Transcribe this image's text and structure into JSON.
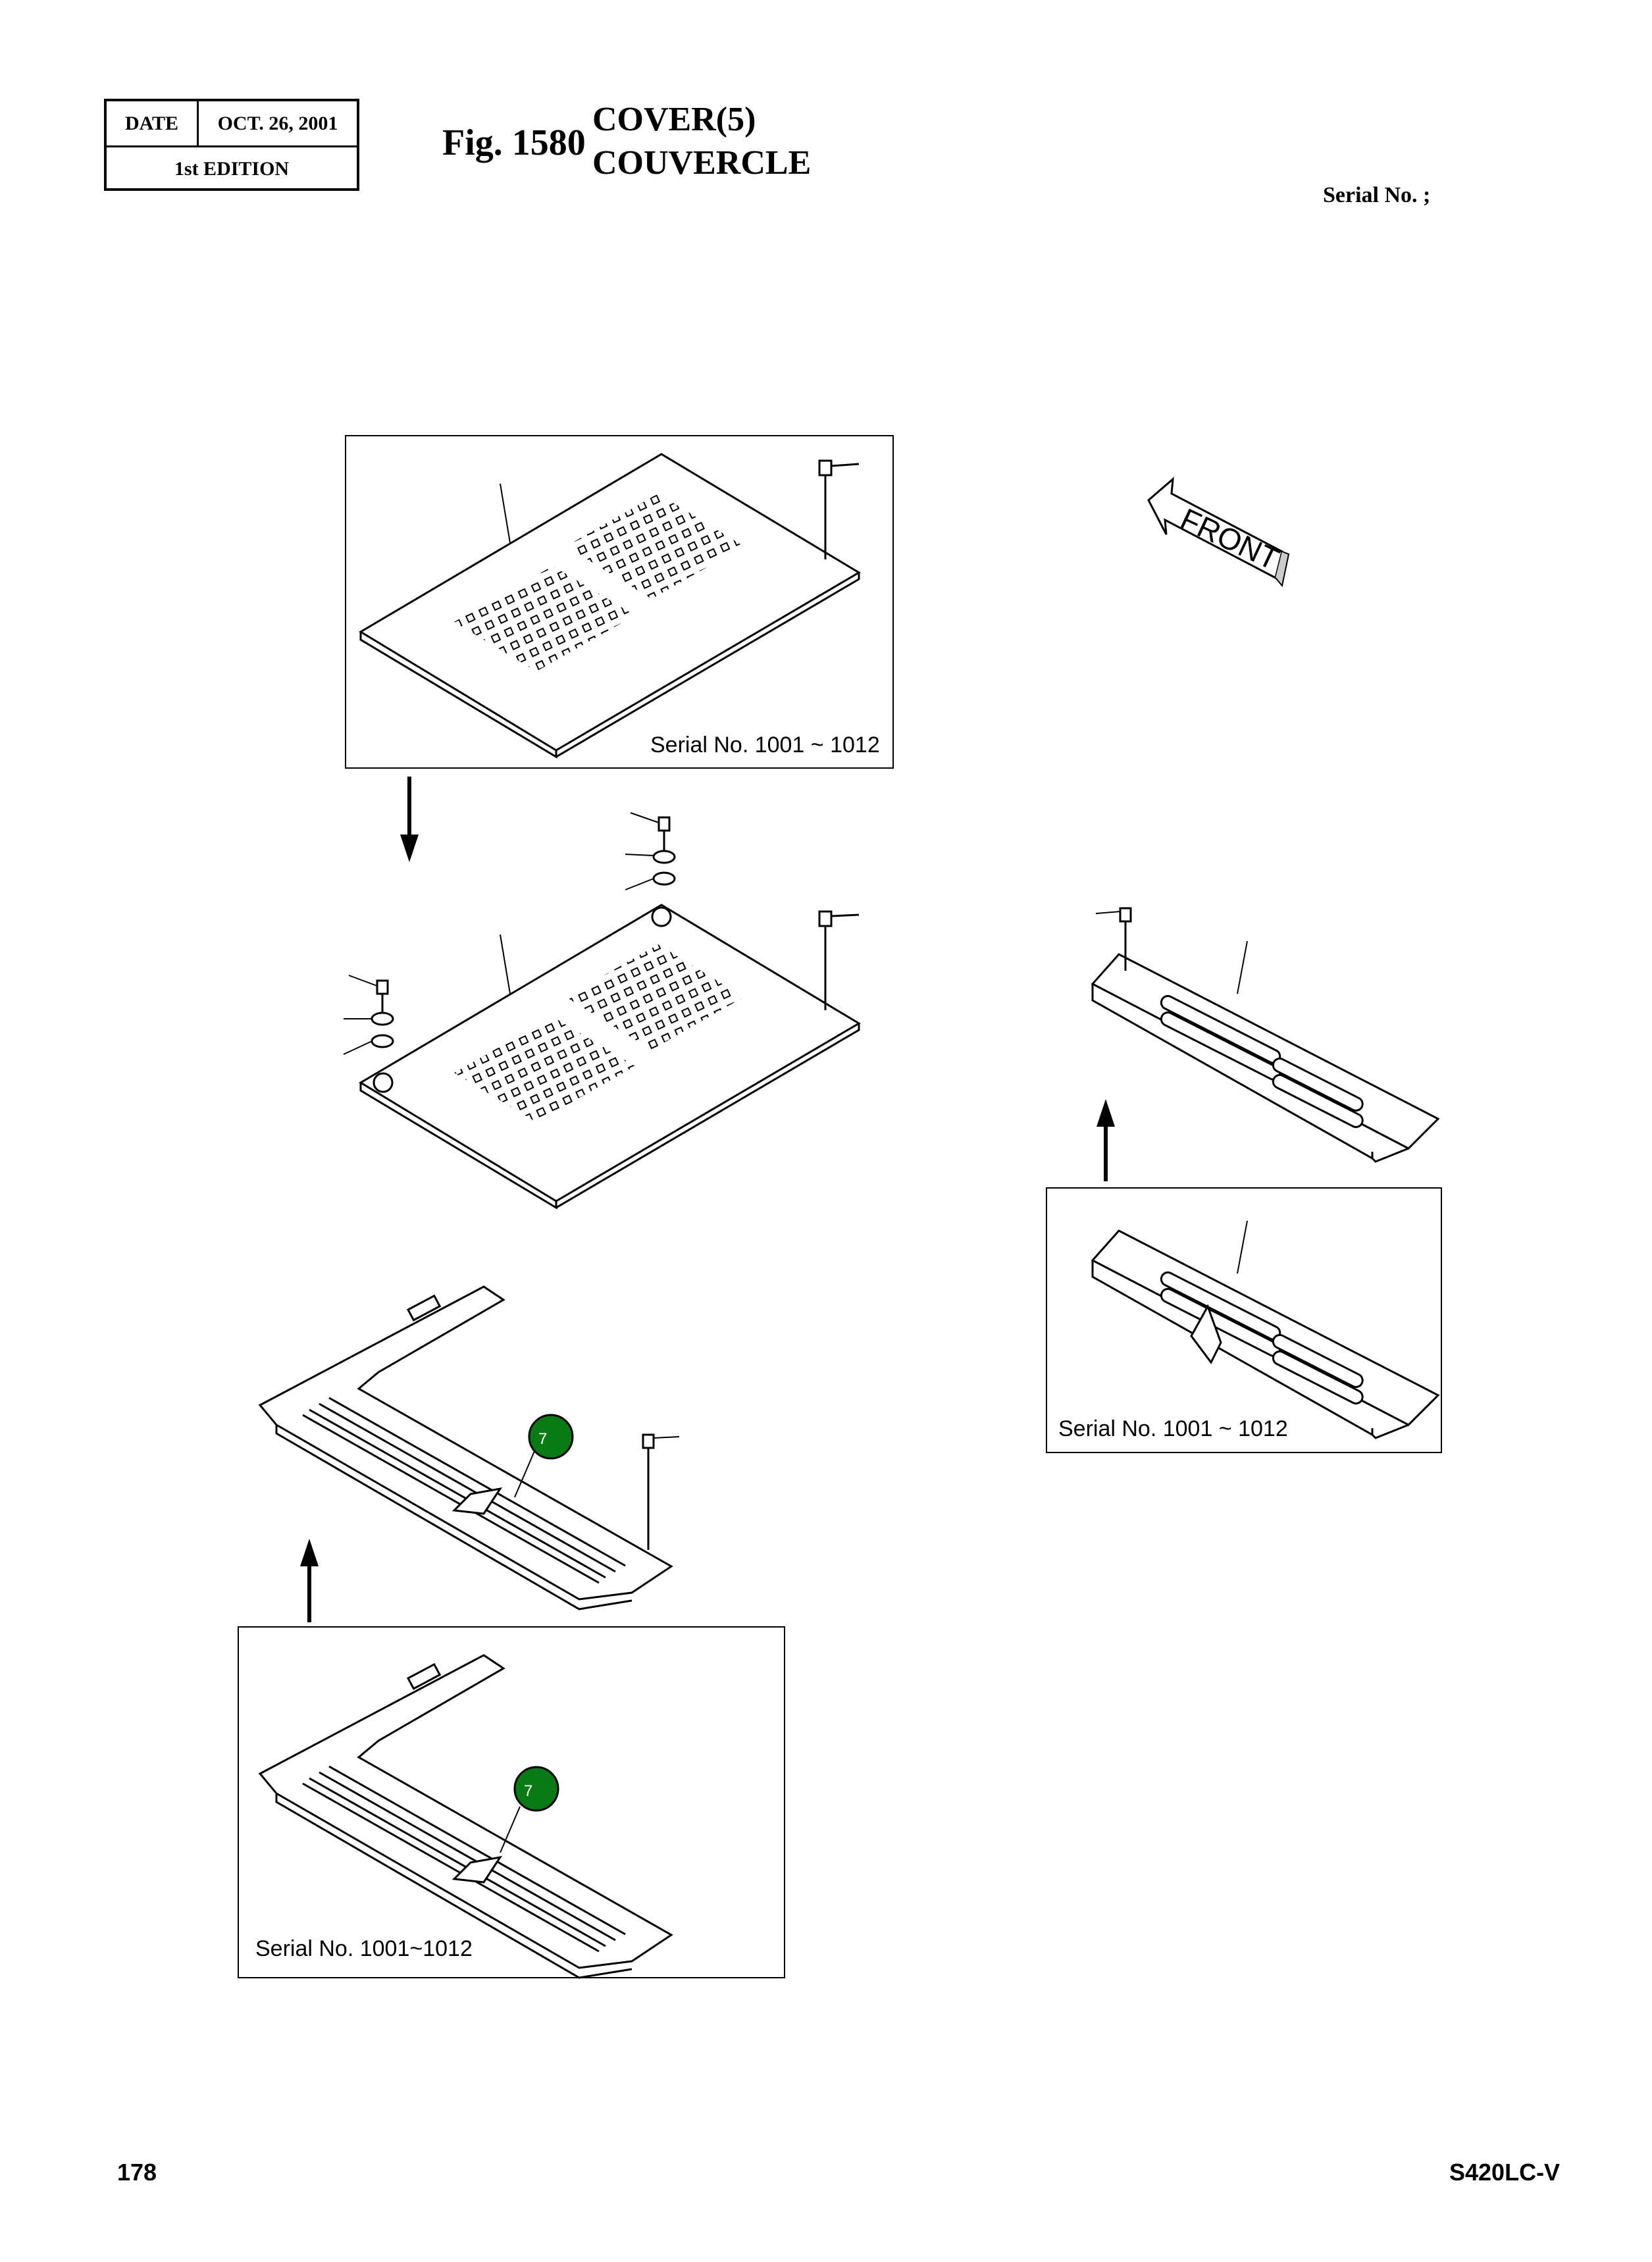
{
  "header": {
    "date_label": "DATE",
    "date_value": "OCT. 26, 2001",
    "edition": "1st EDITION",
    "fig_number": "Fig. 1580",
    "title_en": "COVER(5)",
    "title_fr": "COUVERCLE",
    "serial_label": "Serial No. ;"
  },
  "diagram": {
    "front_label": "FRONT",
    "insets": [
      {
        "label": "Serial No. 1001 ~ 1012"
      },
      {
        "label": "Serial No. 1001 ~ 1012"
      },
      {
        "label": "Serial No. 1001~1012"
      }
    ],
    "callouts": [
      {
        "text": "7"
      },
      {
        "text": "7"
      }
    ],
    "callout_color": "#0a7a14"
  },
  "footer": {
    "page_number": "178",
    "model": "S420LC-V"
  }
}
